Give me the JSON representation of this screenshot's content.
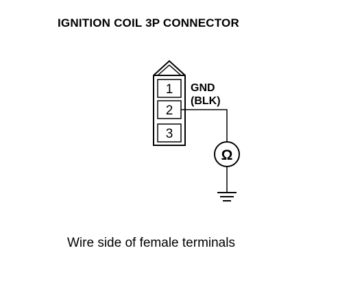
{
  "title": "IGNITION COIL 3P CONNECTOR",
  "connector": {
    "pins": [
      "1",
      "2",
      "3"
    ]
  },
  "label": {
    "name": "GND",
    "wire_color": "(BLK)"
  },
  "meter_symbol": "Ω",
  "caption": "Wire side of female terminals"
}
